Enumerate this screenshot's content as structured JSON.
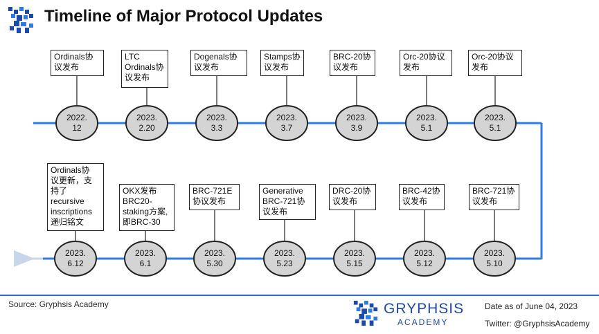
{
  "header": {
    "title": "Timeline of Major Protocol Updates",
    "logo_icon": "gryphon-logo"
  },
  "colors": {
    "line": "#2d7be5",
    "node_fill": "#d4d4d4",
    "node_stroke": "#222222",
    "brand": "#1b4aa8"
  },
  "timeline": {
    "top_row": [
      {
        "date": "2022.\n12",
        "label": "Ordinals协\n议发布"
      },
      {
        "date": "2023.\n2.20",
        "label": "LTC\nOrdinals协\n议发布"
      },
      {
        "date": "2023.\n3.3",
        "label": "Dogenals协\n议发布"
      },
      {
        "date": "2023.\n3.7",
        "label": "Stamps协\n议发布"
      },
      {
        "date": "2023.\n3.9",
        "label": "BRC-20协\n议发布"
      },
      {
        "date": "2023.\n5.1",
        "label": "Orc-20协议\n发布"
      },
      {
        "date": "2023.\n5.1",
        "label": "Orc-20协议\n发布"
      }
    ],
    "bottom_row": [
      {
        "date": "2023.\n6.12",
        "label": "Ordinals协\n议更新，支\n持了\nrecursive\ninscriptions\n递归铭文"
      },
      {
        "date": "2023.\n6.1",
        "label": "OKX发布\nBRC20-\nstaking方案,\n即BRC-30"
      },
      {
        "date": "2023.\n5.30",
        "label": "BRC-721E\n协议发布"
      },
      {
        "date": "2023.\n5.23",
        "label": "Generative\nBRC-721协\n议发布"
      },
      {
        "date": "2023.\n5.15",
        "label": "DRC-20协\n议发布"
      },
      {
        "date": "2023.\n5.12",
        "label": "BRC-42协\n议发布"
      },
      {
        "date": "2023.\n5.10",
        "label": "BRC-721协\n议发布"
      }
    ]
  },
  "footer": {
    "source": "Source: Gryphsis Academy",
    "brand_name": "GRYPHSIS",
    "brand_sub": "ACADEMY",
    "date_note": "Date as of June 04, 2023",
    "twitter": "Twitter: @GryphsisAcademy"
  }
}
